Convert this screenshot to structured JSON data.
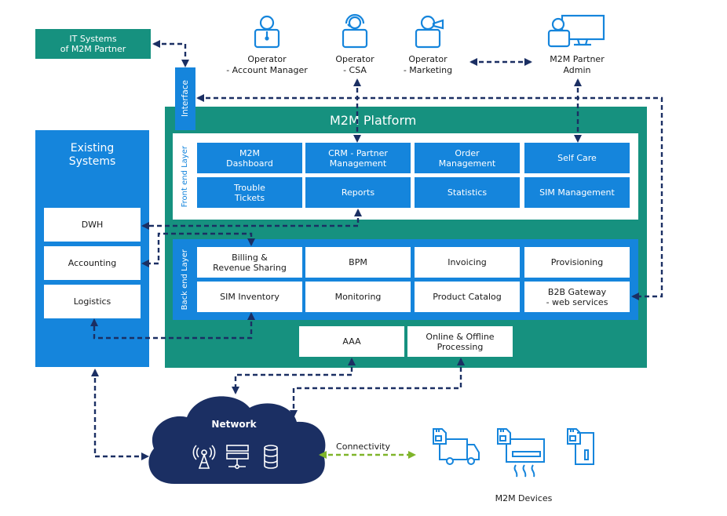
{
  "title": "M2M Platform Architecture",
  "colors": {
    "platform": "#16917f",
    "module_blue": "#1585dc",
    "connector": "#1b2f63",
    "connectivity": "#7fb52a",
    "network_cloud": "#1b2f63"
  },
  "it_systems": {
    "label": "IT Systems\nof M2M Partner"
  },
  "interface": {
    "label": "Interface"
  },
  "actors": [
    {
      "id": "account-manager",
      "icon": "person-tie-icon",
      "label": "Operator\n- Account Manager"
    },
    {
      "id": "csa",
      "icon": "person-headset-icon",
      "label": "Operator\n- CSA"
    },
    {
      "id": "marketing",
      "icon": "person-megaphone-icon",
      "label": "Operator\n- Marketing"
    },
    {
      "id": "partner-admin",
      "icon": "person-monitor-icon",
      "label": "M2M Partner\nAdmin"
    }
  ],
  "platform": {
    "title": "M2M Platform",
    "front_end": {
      "label": "Front end Layer",
      "modules": [
        "M2M\nDashboard",
        "CRM - Partner\nManagement",
        "Order\nManagement",
        "Self Care",
        "Trouble\nTickets",
        "Reports",
        "Statistics",
        "SIM Management"
      ]
    },
    "back_end": {
      "label": "Back end Layer",
      "modules": [
        "Billing &\nRevenue Sharing",
        "BPM",
        "Invoicing",
        "Provisioning",
        "SIM Inventory",
        "Monitoring",
        "Product Catalog",
        "B2B Gateway\n- web services"
      ]
    },
    "core": [
      "AAA",
      "Online & Offline\nProcessing"
    ]
  },
  "existing_systems": {
    "title": "Existing\nSystems",
    "items": [
      "DWH",
      "Accounting",
      "Logistics"
    ]
  },
  "network": {
    "label": "Network",
    "icons": [
      "antenna-tower-icon",
      "server-icon",
      "database-icon"
    ]
  },
  "connectivity": {
    "label": "Connectivity"
  },
  "devices": {
    "label": "M2M Devices",
    "icons": [
      "truck-sim-icon",
      "air-conditioner-sim-icon",
      "meter-sim-icon"
    ]
  }
}
